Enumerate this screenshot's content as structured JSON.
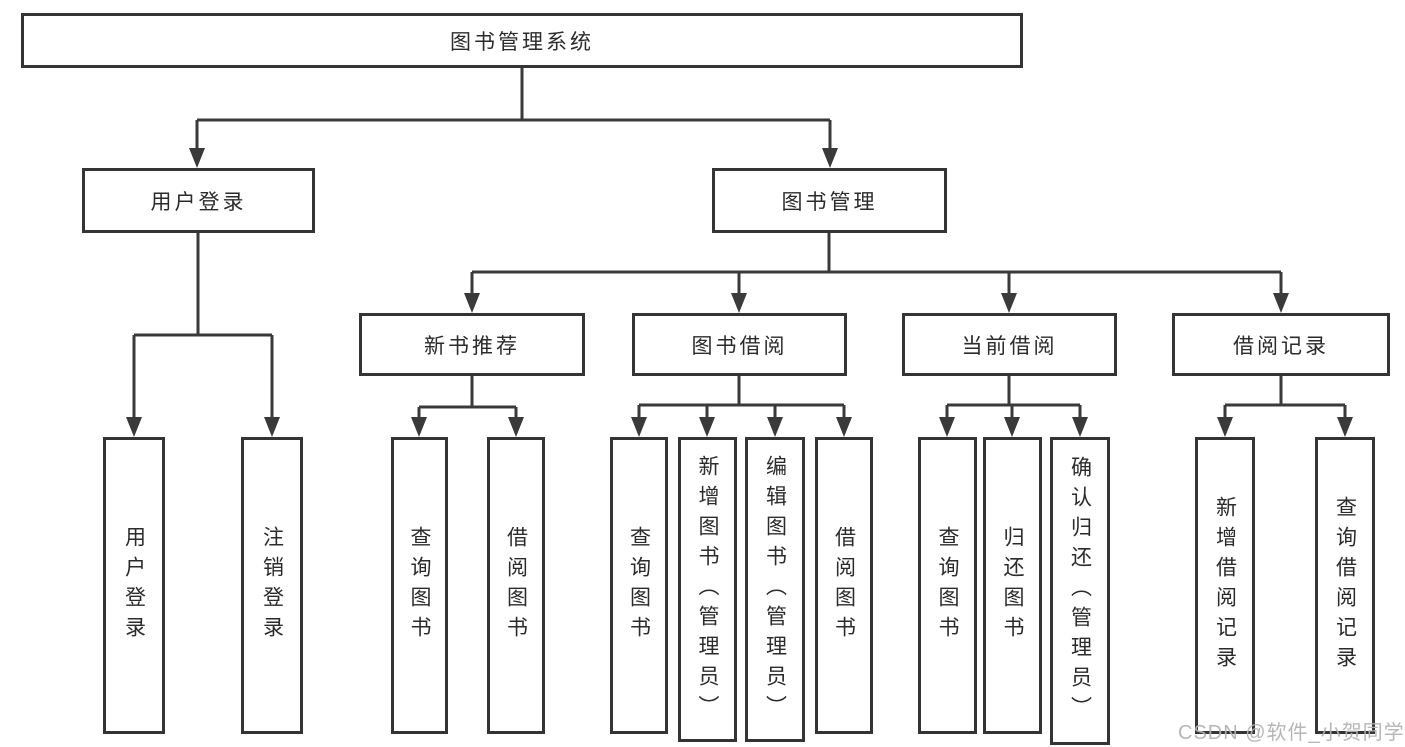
{
  "tree": {
    "label": "图书管理系统",
    "children": [
      {
        "label": "用户登录",
        "children": [
          {
            "label": "用户登录"
          },
          {
            "label": "注销登录"
          }
        ]
      },
      {
        "label": "图书管理",
        "children": [
          {
            "label": "新书推荐",
            "children": [
              {
                "label": "查询图书"
              },
              {
                "label": "借阅图书"
              }
            ]
          },
          {
            "label": "图书借阅",
            "children": [
              {
                "label": "查询图书"
              },
              {
                "label": "新增图书（管理员）"
              },
              {
                "label": "编辑图书（管理员）"
              },
              {
                "label": "借阅图书"
              }
            ]
          },
          {
            "label": "当前借阅",
            "children": [
              {
                "label": "查询图书"
              },
              {
                "label": "归还图书"
              },
              {
                "label": "确认归还（管理员）"
              }
            ]
          },
          {
            "label": "借阅记录",
            "children": [
              {
                "label": "新增借阅记录"
              },
              {
                "label": "查询借阅记录"
              }
            ]
          }
        ]
      }
    ]
  },
  "watermark": {
    "text": "CSDN @软件_小贺同学"
  },
  "colors": {
    "line": "#3a3a3a",
    "box_border": "#343434",
    "text": "#2b2b2b",
    "watermark": "#b2b2b2",
    "background": "#ffffff"
  }
}
